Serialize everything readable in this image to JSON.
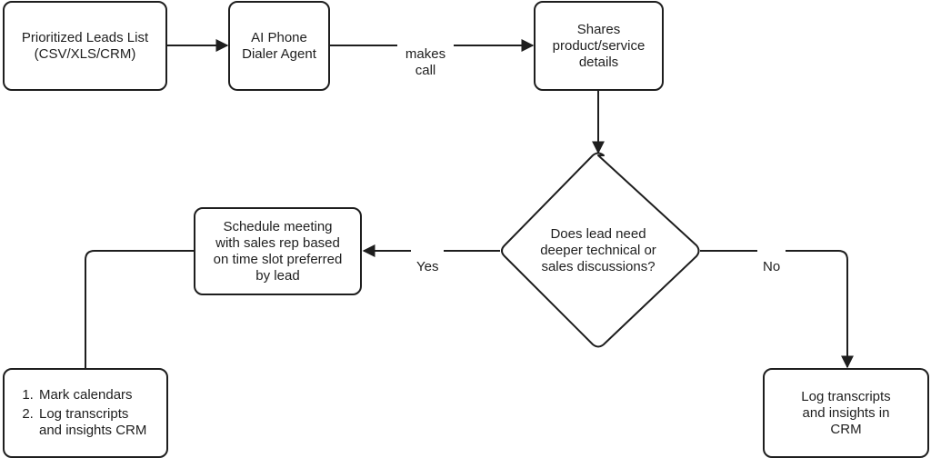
{
  "diagram": {
    "nodes": {
      "leads": "Prioritized Leads List\n(CSV/XLS/CRM)",
      "dialer": "AI Phone\nDialer Agent",
      "shares": "Shares\nproduct/service\ndetails",
      "decision": "Does lead need\ndeeper technical or\nsales discussions?",
      "schedule": "Schedule meeting\nwith sales rep based\non time slot preferred\nby lead",
      "log_no": "Log transcripts\nand insights in\nCRM",
      "actions": [
        "Mark calendars",
        "Log transcripts\nand insights CRM"
      ]
    },
    "edges": {
      "makes_call": "makes\ncall",
      "yes": "Yes",
      "no": "No"
    }
  }
}
